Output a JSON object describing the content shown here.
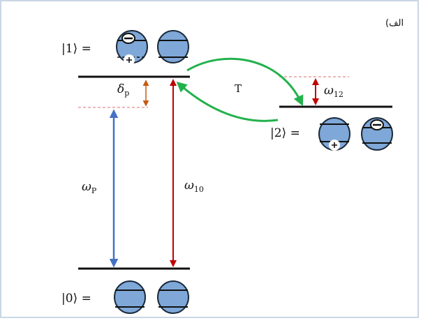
{
  "panel_label": "(الف",
  "states": {
    "excited": "|1⟩ =",
    "ground": "|0⟩ =",
    "other": "|2⟩ ="
  },
  "labels": {
    "detuning_symbol": "δ",
    "detuning_sub": "p",
    "pump_symbol": "ω",
    "pump_sub": "P",
    "transition_10_symbol": "ω",
    "transition_10_sub": "10",
    "transition_12_symbol": "ω",
    "transition_12_sub": "12",
    "tunneling": "T"
  },
  "colors": {
    "frame": "#b9c9dc",
    "level_line": "#111111",
    "dot_fill": "#7fa8d8",
    "dot_edge": "#1b2a3a",
    "pump_arrow": "#4472c4",
    "transition_arrow": "#c00000",
    "detuning_arrow": "#c55a11",
    "tunneling_arrow": "#22b14c",
    "dashed_level": "#e88a8a"
  }
}
